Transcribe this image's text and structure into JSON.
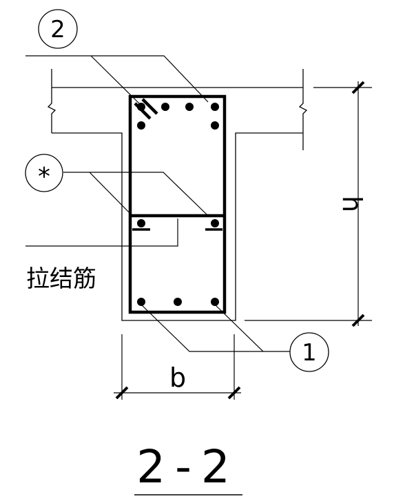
{
  "callouts": {
    "top_bar_marker": "2",
    "bottom_bar_marker": "1",
    "star_marker": "*"
  },
  "labels": {
    "tie_bar": "拉结筋",
    "height": "h",
    "width": "b"
  },
  "section_title": "2-2",
  "colors": {
    "ink": "#000000",
    "background": "#ffffff"
  }
}
